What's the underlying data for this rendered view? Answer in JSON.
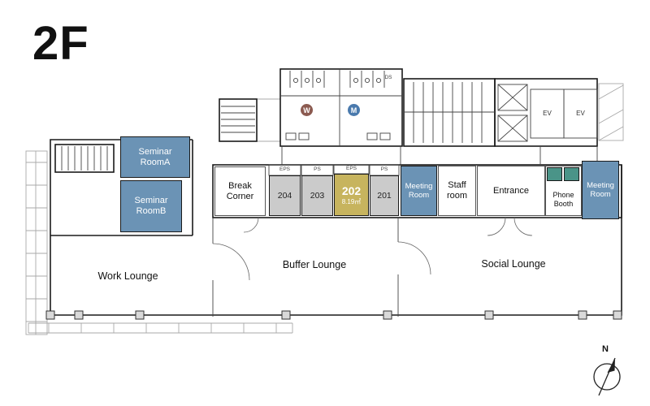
{
  "page": {
    "title": "2F"
  },
  "rooms": {
    "seminar_a": {
      "line1": "Seminar",
      "line2": "RoomA"
    },
    "seminar_b": {
      "line1": "Seminar",
      "line2": "RoomB"
    },
    "break_corner": {
      "line1": "Break",
      "line2": "Corner"
    },
    "room_204": {
      "label": "204"
    },
    "room_203": {
      "label": "203"
    },
    "room_202": {
      "label": "202",
      "area": "8.19㎡"
    },
    "room_201": {
      "label": "201"
    },
    "meeting_room_left": {
      "line1": "Meeting",
      "line2": "Room"
    },
    "staff_room": {
      "line1": "Staff",
      "line2": "room"
    },
    "entrance": {
      "label": "Entrance"
    },
    "phone_booth": {
      "line1": "Phone",
      "line2": "Booth"
    },
    "meeting_room_right": {
      "line1": "Meeting",
      "line2": "Room"
    }
  },
  "lounges": {
    "work": "Work Lounge",
    "buffer": "Buffer Lounge",
    "social": "Social Lounge"
  },
  "core": {
    "women_icon": "W",
    "men_icon": "M",
    "ev1": "EV",
    "ev2": "EV",
    "ds": "DS",
    "eps1": "EPS",
    "ps1": "PS",
    "eps2": "EPS",
    "ps2": "PS"
  },
  "compass": {
    "north": "N"
  },
  "colors": {
    "room_blue": "#6b93b5",
    "room_yellow": "#c7b45e",
    "room_gray": "#cbcbcb",
    "booth_teal": "#4a9488",
    "women_icon_bg": "#8b5a50",
    "men_icon_bg": "#4a7aad",
    "wall": "#1a1a1a"
  }
}
